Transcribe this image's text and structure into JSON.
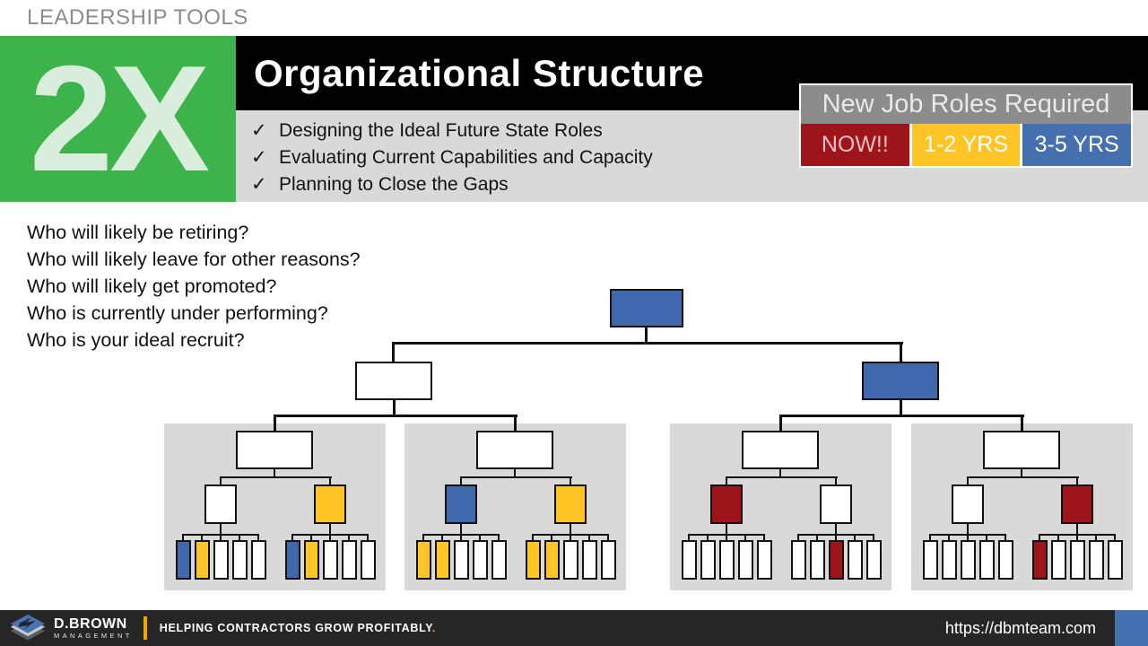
{
  "slide": {
    "kicker": "LEADERSHIP TOOLS",
    "tool_number": "2X",
    "title": "Organizational Structure",
    "check_glyph": "✓",
    "checklist": [
      "Designing the Ideal Future State Roles",
      "Evaluating Current Capabilities and Capacity",
      "Planning to Close the Gaps"
    ]
  },
  "legend": {
    "title": "New Job Roles Required",
    "header_bg": "#8c8c8c",
    "header_text_color": "#e9e9e9",
    "items": [
      {
        "label": "NOW!!",
        "color": "#9d151b",
        "text_color": "#f2bfc0"
      },
      {
        "label": "1-2 YRS",
        "color": "#ffc425",
        "text_color": "#ffffff"
      },
      {
        "label": "3-5 YRS",
        "color": "#4470b0",
        "text_color": "#ffffff"
      }
    ]
  },
  "questions": [
    "Who will likely be retiring?",
    "Who will likely leave for other reasons?",
    "Who will likely get promoted?",
    "Who is currently under performing?",
    "Who is your ideal recruit?"
  ],
  "org_chart": {
    "palette": {
      "blue": "#4068ac",
      "yellow": "#ffc425",
      "red": "#9d151b",
      "white": "#ffffff"
    },
    "panel_color": "#d9d9d9",
    "root": "blue",
    "level2": [
      "white",
      "blue"
    ],
    "groups": [
      {
        "manager": "white",
        "teams": [
          {
            "lead": "white",
            "members": [
              "blue",
              "yellow",
              "white",
              "white",
              "white"
            ]
          },
          {
            "lead": "yellow",
            "members": [
              "blue",
              "yellow",
              "white",
              "white",
              "white"
            ]
          }
        ]
      },
      {
        "manager": "white",
        "teams": [
          {
            "lead": "blue",
            "members": [
              "yellow",
              "yellow",
              "white",
              "white",
              "white"
            ]
          },
          {
            "lead": "yellow",
            "members": [
              "yellow",
              "yellow",
              "white",
              "white",
              "white"
            ]
          }
        ]
      },
      {
        "manager": "white",
        "teams": [
          {
            "lead": "red",
            "members": [
              "white",
              "white",
              "white",
              "white",
              "white"
            ]
          },
          {
            "lead": "white",
            "members": [
              "white",
              "white",
              "red",
              "white",
              "white"
            ]
          }
        ]
      },
      {
        "manager": "white",
        "teams": [
          {
            "lead": "white",
            "members": [
              "white",
              "white",
              "white",
              "white",
              "white"
            ]
          },
          {
            "lead": "red",
            "members": [
              "red",
              "white",
              "white",
              "white",
              "white"
            ]
          }
        ]
      }
    ]
  },
  "footer": {
    "brand": "D.BROWN",
    "brand_sub": "MANAGEMENT",
    "tagline": "HELPING CONTRACTORS GROW PROFITABLY",
    "tagline_period": ".",
    "url": "https://dbmteam.com"
  },
  "colors": {
    "green": "#3cb44b",
    "pale_green": "#d9eddc",
    "banner_black": "#000000",
    "banner_gray": "#d9d9d9",
    "kicker_gray": "#8c8c8c",
    "footer_bg": "#262626",
    "footer_blue": "#4470b0",
    "footer_accent": "#f0a500"
  }
}
